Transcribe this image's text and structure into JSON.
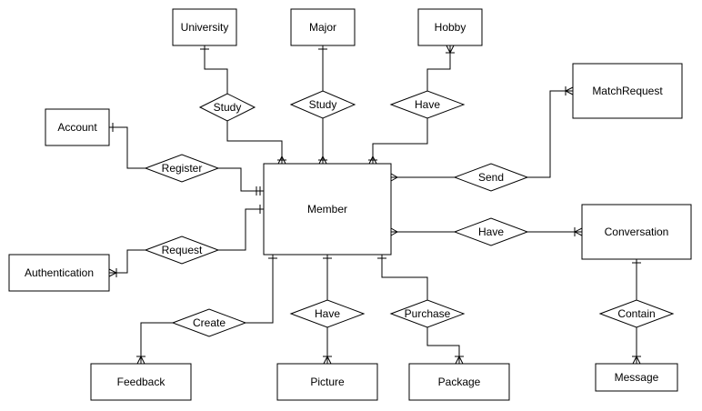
{
  "entities": {
    "university": "University",
    "major": "Major",
    "hobby": "Hobby",
    "account": "Account",
    "match_request": "MatchRequest",
    "member": "Member",
    "authentication": "Authentication",
    "conversation": "Conversation",
    "feedback": "Feedback",
    "picture": "Picture",
    "package": "Package",
    "message": "Message"
  },
  "relationships": {
    "study_university": "Study",
    "study_major": "Study",
    "have_hobby": "Have",
    "register": "Register",
    "send": "Send",
    "request": "Request",
    "have_conversation": "Have",
    "create": "Create",
    "have_picture": "Have",
    "purchase": "Purchase",
    "contain": "Contain"
  }
}
